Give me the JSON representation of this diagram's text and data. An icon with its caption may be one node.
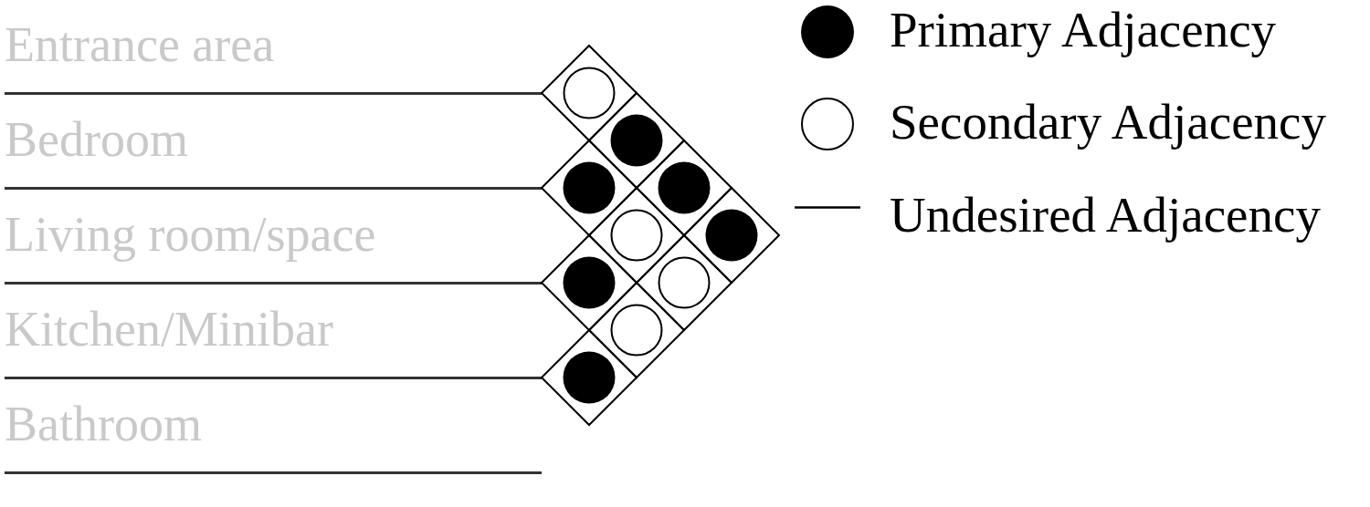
{
  "diagram": {
    "nodes": [
      {
        "text": [],
        "shape": "circle"
      },
      {
        "text": [],
        "shape": "dot"
      },
      {
        "text": [],
        "shape": "dot"
      },
      {
        "text": [],
        "shape": "dot"
      },
      {
        "text": [],
        "shape": "circle"
      },
      {
        "text": [],
        "shape": "dot"
      },
      {
        "text": [],
        "shape": "dot"
      },
      {
        "text": [],
        "shape": "circle"
      },
      {
        "text": [],
        "shape": "circle"
      },
      {
        "text": [],
        "shape": "dot"
      }
    ],
    "labels": [
      "Entrance area",
      "Bedroom",
      "Living room/space",
      "Kitchen/Minibar",
      "Bathroom"
    ],
    "legend": [
      {
        "text": "Primary Adjacency"
      },
      {
        "text": "Secondary Adjacency"
      },
      {
        "text": "Undesired Adjacency"
      }
    ]
  }
}
